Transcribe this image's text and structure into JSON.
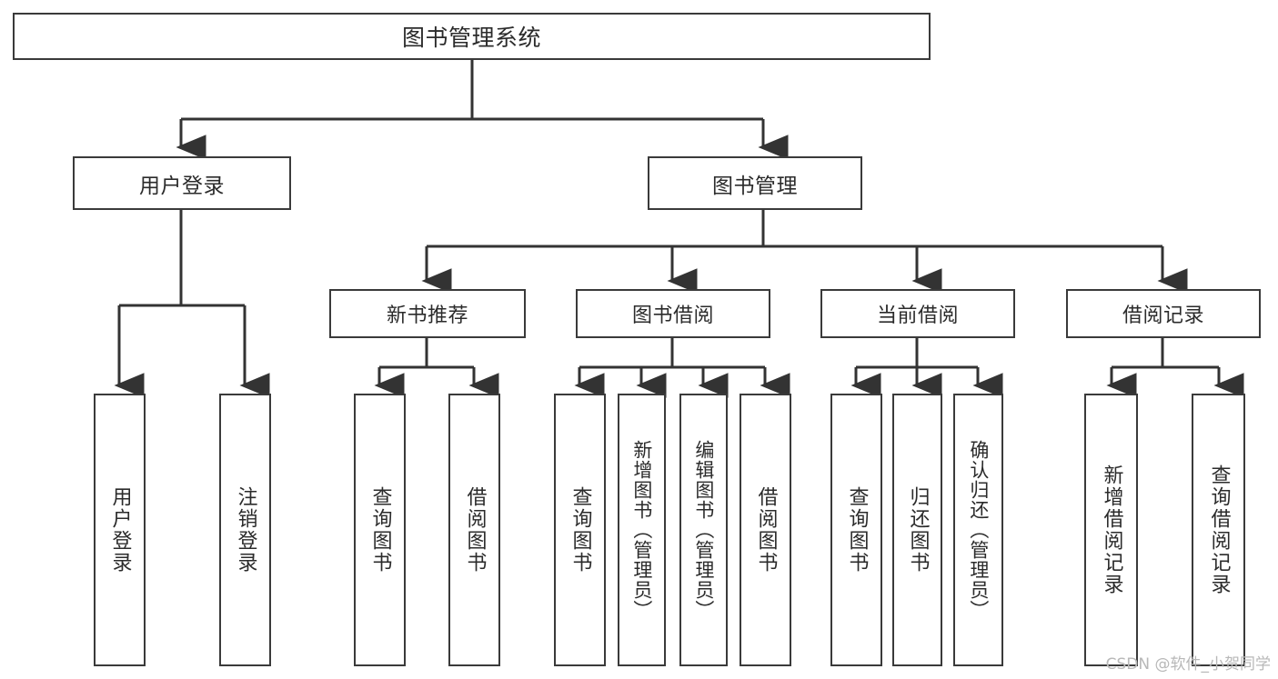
{
  "diagram": {
    "title": "图书管理系统",
    "type": "功能结构图",
    "background_color": "#ffffff",
    "line_color": "#3a3a3a",
    "text_color": "#2b2b2b",
    "watermark": "CSDN @软件_小贺同学"
  },
  "root": {
    "label": "图书管理系统"
  },
  "level2": [
    {
      "label": "用户登录"
    },
    {
      "label": "图书管理"
    }
  ],
  "level3": [
    {
      "label": "新书推荐"
    },
    {
      "label": "图书借阅"
    },
    {
      "label": "当前借阅"
    },
    {
      "label": "借阅记录"
    }
  ],
  "leaves": {
    "user_login": [
      {
        "label": "用户登录"
      },
      {
        "label": "注销登录"
      }
    ],
    "new_book_recommend": [
      {
        "label": "查询图书"
      },
      {
        "label": "借阅图书"
      }
    ],
    "book_borrow": [
      {
        "label": "查询图书"
      },
      {
        "label": "新增图书（管理员）"
      },
      {
        "label": "编辑图书（管理员）"
      },
      {
        "label": "借阅图书"
      }
    ],
    "current_borrow": [
      {
        "label": "查询图书"
      },
      {
        "label": "归还图书"
      },
      {
        "label": "确认归还（管理员）"
      }
    ],
    "borrow_record": [
      {
        "label": "新增借阅记录"
      },
      {
        "label": "查询借阅记录"
      }
    ]
  }
}
